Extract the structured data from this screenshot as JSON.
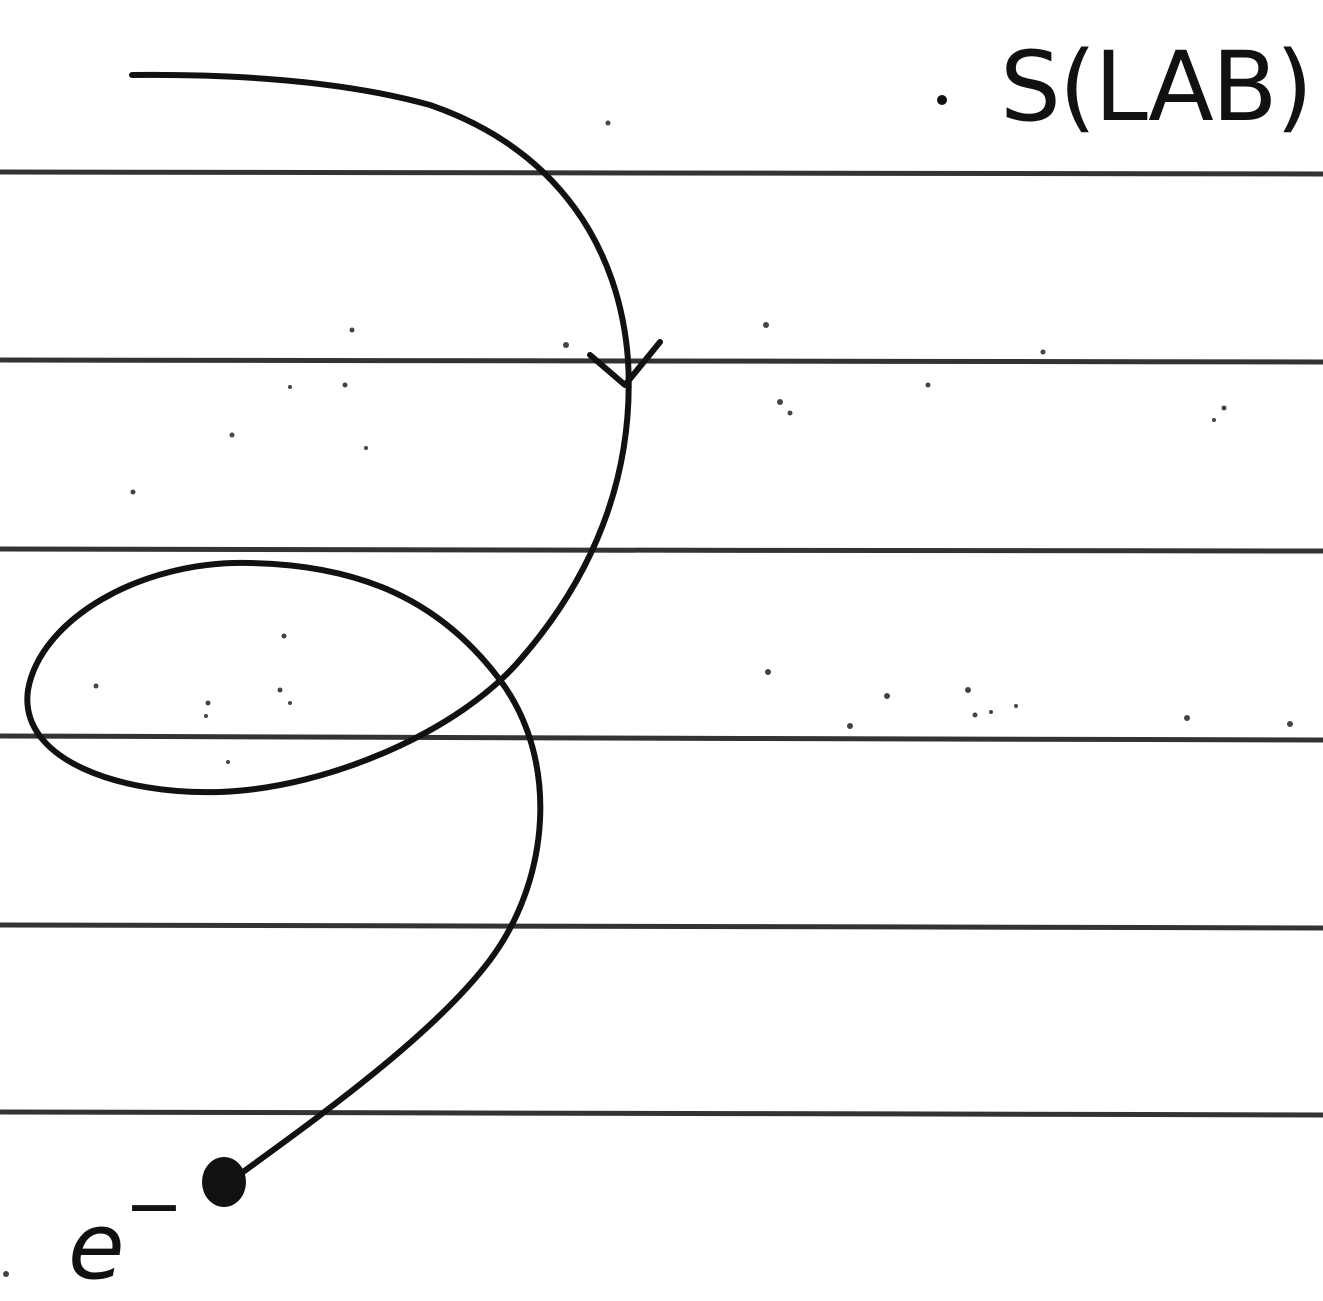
{
  "labels": {
    "frame": "S(LAB)",
    "particle": "e",
    "particle_charge": "−"
  },
  "colors": {
    "ink": "#111111",
    "field_line": "#333333",
    "background": "#ffffff"
  },
  "field_lines": {
    "count": 6
  }
}
